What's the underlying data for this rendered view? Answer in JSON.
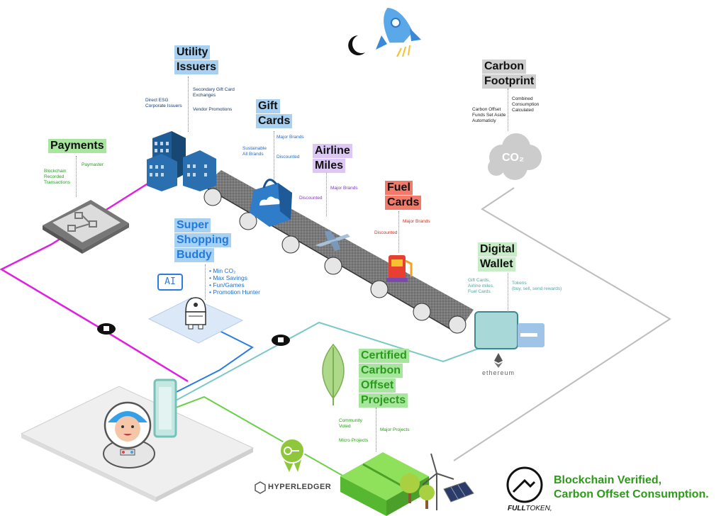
{
  "utility": {
    "title1": "Utility",
    "title2": "Issuers",
    "note1": "Direct ESG",
    "note2": "Corporate Issuers",
    "note3": "Secondary Gift Card",
    "note4": "Exchanges",
    "note5": "Vendor Promotions"
  },
  "gift": {
    "title1": "Gift",
    "title2": "Cards",
    "note1": "Sustainable",
    "note2": "All Brands",
    "note3": "Major Brands",
    "note4": "Discounted"
  },
  "airline": {
    "title1": "Airline",
    "title2": "Miles",
    "note1": "Discounted",
    "note2": "Major Brands"
  },
  "fuel": {
    "title1": "Fuel",
    "title2": "Cards",
    "note1": "Discounted",
    "note2": "Major Brands"
  },
  "carbon": {
    "title1": "Carbon",
    "title2": "Footprint",
    "note1": "Carbon Offset",
    "note2": "Funds Set Aside",
    "note3": "Automaticly",
    "note4": "Combined",
    "note5": "Consumption",
    "note6": "Calculated",
    "co2": "CO₂"
  },
  "payments": {
    "title": "Payments",
    "note1": "Blockchain",
    "note2": "Recorded",
    "note3": "Transactions",
    "note4": "Paymaster"
  },
  "buddy": {
    "title1": "Super",
    "title2": "Shopping",
    "title3": "Buddy",
    "items": [
      "Min CO₂",
      "Max Savings",
      "Fun/Games",
      "Promotion Hunter"
    ],
    "ai": "AI"
  },
  "wallet": {
    "title1": "Digital",
    "title2": "Wallet",
    "note1": "Gift Cards,",
    "note2": "Airline miles,",
    "note3": "Fuel Cards",
    "note4": "Tokens",
    "note5": "(buy, sell, send rewards)",
    "eth": "ethereum"
  },
  "certified": {
    "title1": "Certified",
    "title2": "Carbon",
    "title3": "Offset",
    "title4": "Projects",
    "note1": "Community",
    "note2": "Voted",
    "note3": "Micro Projects",
    "note4": "Major Projects"
  },
  "hyperledger": "HYPERLEDGER",
  "brand": {
    "tagline1": "Blockchain Verified,",
    "tagline2": "Carbon Offset Consumption.",
    "logo_bold": "FULL",
    "logo_rest": "TOKEN,"
  },
  "colors": {
    "pink": "#e020e0",
    "blue": "#2a7de0",
    "teal": "#7cc8c8",
    "green": "#6cd04a",
    "grey": "#bdbdbd",
    "tagline": "#2e9a1a"
  }
}
